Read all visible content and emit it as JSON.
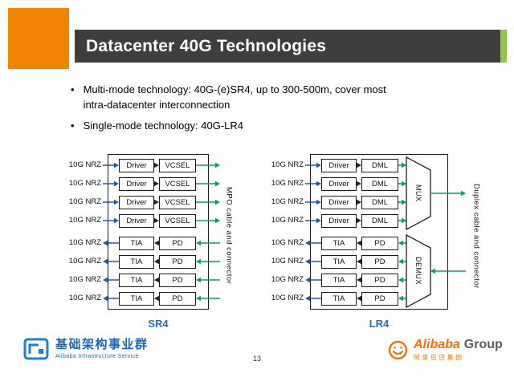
{
  "slide": {
    "title": "Datacenter 40G Technologies",
    "bullet_char": "•",
    "bullets": [
      "Multi-mode technology: 40G-(e)SR4, up to 300-500m, cover most intra-datacenter interconnection",
      "Single-mode technology: 40G-LR4"
    ],
    "page_number": "13"
  },
  "colors": {
    "accent_orange": "#F08300",
    "title_bar_gray": "#3E3E3E",
    "accent_green": "#90C73E",
    "arrow_blue": "#2458A6",
    "arrow_green": "#00A551",
    "caption_blue": "#1F6FC0"
  },
  "diagrams": [
    {
      "id": "sr4",
      "caption": "SR4",
      "cable_label": "MPO cable and connector",
      "tx_rows": [
        {
          "io": "10G NRZ",
          "stage1": "Driver",
          "stage2": "VCSEL"
        },
        {
          "io": "10G NRZ",
          "stage1": "Driver",
          "stage2": "VCSEL"
        },
        {
          "io": "10G NRZ",
          "stage1": "Driver",
          "stage2": "VCSEL"
        },
        {
          "io": "10G NRZ",
          "stage1": "Driver",
          "stage2": "VCSEL"
        }
      ],
      "rx_rows": [
        {
          "io": "10G NRZ",
          "stage1": "TIA",
          "stage2": "PD"
        },
        {
          "io": "10G NRZ",
          "stage1": "TIA",
          "stage2": "PD"
        },
        {
          "io": "10G NRZ",
          "stage1": "TIA",
          "stage2": "PD"
        },
        {
          "io": "10G NRZ",
          "stage1": "TIA",
          "stage2": "PD"
        }
      ]
    },
    {
      "id": "lr4",
      "caption": "LR4",
      "cable_label": "Duplex cable and connector",
      "mux_label": "MUX",
      "demux_label": "DEMUX",
      "tx_rows": [
        {
          "io": "10G NRZ",
          "stage1": "Driver",
          "stage2": "DML"
        },
        {
          "io": "10G NRZ",
          "stage1": "Driver",
          "stage2": "DML"
        },
        {
          "io": "10G NRZ",
          "stage1": "Driver",
          "stage2": "DML"
        },
        {
          "io": "10G NRZ",
          "stage1": "Driver",
          "stage2": "DML"
        }
      ],
      "rx_rows": [
        {
          "io": "10G NRZ",
          "stage1": "TIA",
          "stage2": "PD"
        },
        {
          "io": "10G NRZ",
          "stage1": "TIA",
          "stage2": "PD"
        },
        {
          "io": "10G NRZ",
          "stage1": "TIA",
          "stage2": "PD"
        },
        {
          "io": "10G NRZ",
          "stage1": "TIA",
          "stage2": "PD"
        }
      ]
    }
  ],
  "footer": {
    "org_cn": "基础架构事业群",
    "org_en": "Alibaba Infrastructure Service",
    "brand": "Alibaba",
    "brand2": "Group",
    "brand_cn": "阿里巴巴集团"
  }
}
